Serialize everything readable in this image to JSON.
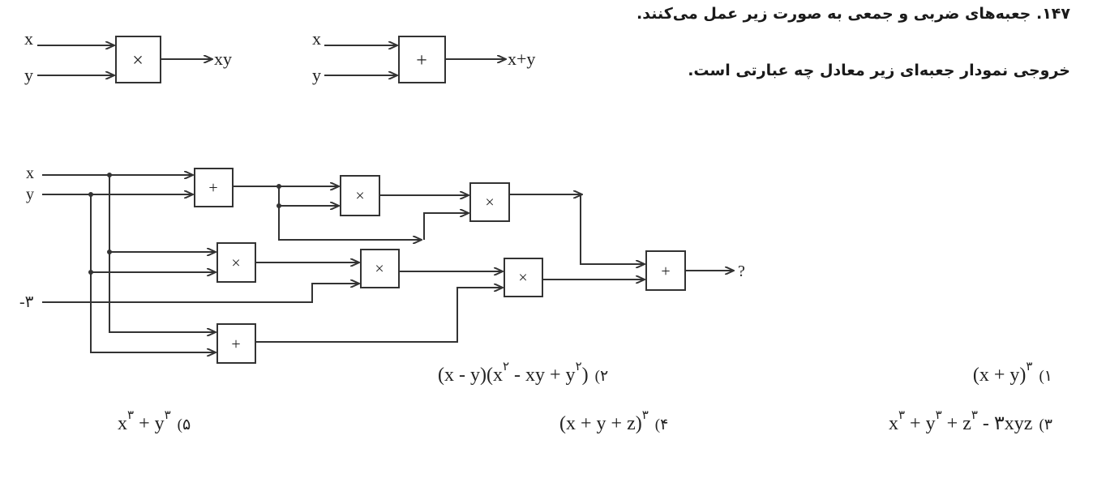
{
  "question": {
    "line1": "۱۴۷. جعبه‌های ضربی و جمعی به صورت زیر عمل می‌کنند.",
    "line2": "خروجی نمودار جعبه‌ای زیر معادل چه عبارتی است."
  },
  "legend": {
    "mult": {
      "in1": "x",
      "in2": "y",
      "op": "×",
      "out": "xy"
    },
    "add": {
      "in1": "x",
      "in2": "y",
      "op": "+",
      "out": "x+y"
    }
  },
  "diagram": {
    "input_x": "x",
    "input_y": "y",
    "input_const": "-۳",
    "ops": {
      "add1": "+",
      "mul1": "×",
      "mul2": "×",
      "mul3": "×",
      "mul4": "×",
      "mul5": "×",
      "add2": "+",
      "add_final": "+"
    },
    "output": "?"
  },
  "answers": [
    {
      "num": "(۱",
      "parts": [
        [
          "(x + y)",
          "۳"
        ]
      ]
    },
    {
      "num": "(۲",
      "parts": [
        [
          "(x - y)(x",
          "۲"
        ],
        [
          " - xy + y",
          "۲"
        ],
        [
          ")",
          ""
        ]
      ]
    },
    {
      "num": "(۳",
      "parts": [
        [
          "x",
          "۳"
        ],
        [
          " + y",
          "۳"
        ],
        [
          " + z",
          "۳"
        ],
        [
          " - ۳xyz",
          ""
        ]
      ]
    },
    {
      "num": "(۴",
      "parts": [
        [
          "(x + y + z)",
          "۳"
        ]
      ]
    },
    {
      "num": "(۵",
      "parts": [
        [
          "x",
          "۳"
        ],
        [
          " + y",
          "۳"
        ]
      ]
    }
  ]
}
